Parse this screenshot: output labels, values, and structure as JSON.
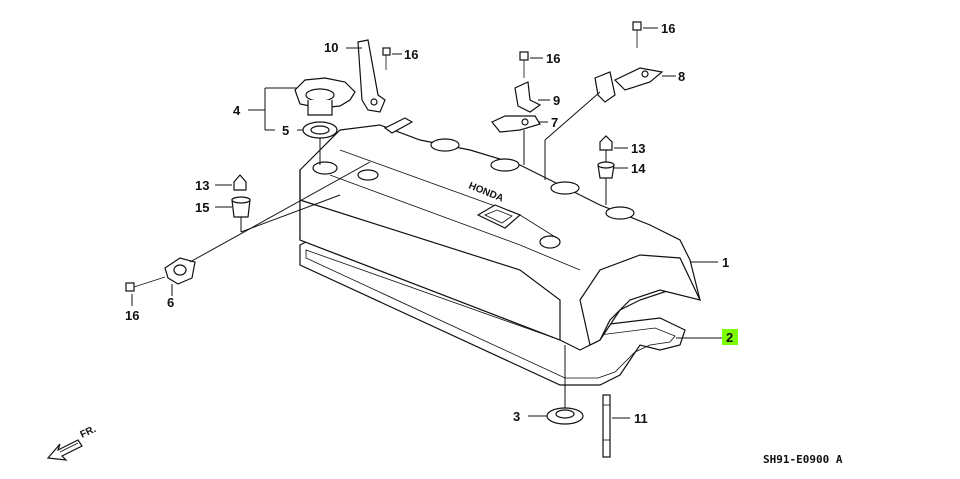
{
  "diagram": {
    "callouts": {
      "p1": "1",
      "p2": "2",
      "p3": "3",
      "p4": "4",
      "p5": "5",
      "p6": "6",
      "p7": "7",
      "p8": "8",
      "p9": "9",
      "p10": "10",
      "p11": "11",
      "p13a": "13",
      "p13b": "13",
      "p14": "14",
      "p15": "15",
      "p16a": "16",
      "p16b": "16",
      "p16c": "16",
      "p16d": "16"
    },
    "highlight_color": "#7cfc00",
    "direction_label": "FR.",
    "reference_code": "SH91-E0900 A",
    "cover_text": "HONDA"
  }
}
